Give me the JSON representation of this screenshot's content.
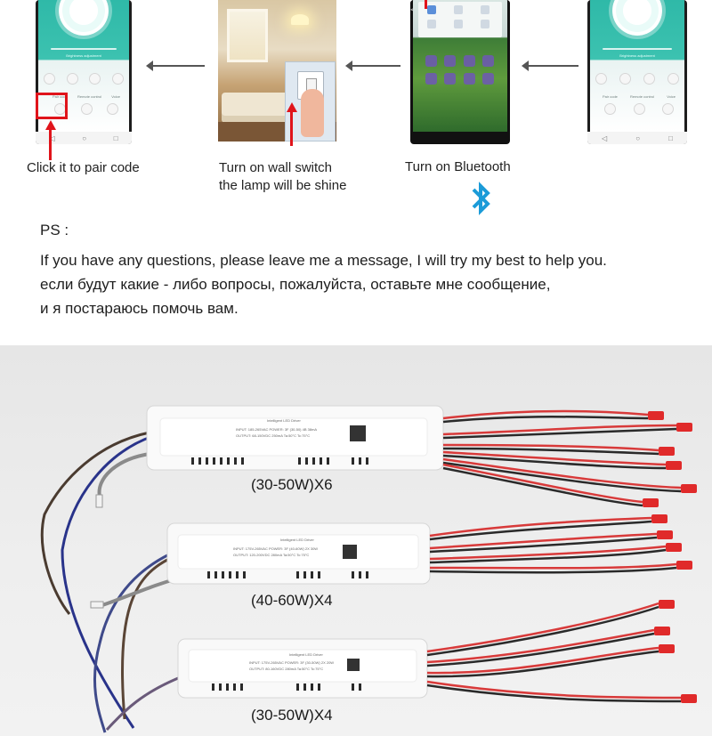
{
  "steps": [
    {
      "id": "pair",
      "caption": "Click it to pair code"
    },
    {
      "id": "wall",
      "caption_line1": "Turn on wall switch",
      "caption_line2": "the lamp will be shine"
    },
    {
      "id": "bluetooth",
      "caption": "Turn on Bluetooth"
    }
  ],
  "app_screen": {
    "slider_text": "Brightness adjustment",
    "icon_labels": [
      "Pair code",
      "Remote control",
      "Voice"
    ],
    "nav_glyphs": [
      "◁",
      "○",
      "□"
    ]
  },
  "ps": {
    "heading": "PS :",
    "line_en": "If you have any questions, please leave me a message, I will try my best to help you.",
    "line_ru1": "если будут какие - либо вопросы, пожалуйста, оставьте мне сообщение,",
    "line_ru2": "и я постараюсь помочь вам."
  },
  "products": [
    {
      "label": "(30-50W)X6",
      "brand": "Intelligent LED Driver",
      "spec1": "INPUT: 185-265VAC  POWER: 3F (30-50) 4B  38mA",
      "spec2": "OUTPUT: 68-150VDC 250mA   Ta:50°C  Tc:75°C"
    },
    {
      "label": "(40-60W)X4",
      "brand": "Intelligent LED Driver",
      "spec1": "INPUT: 175V-265VAC  POWER: 3F (40-60W) 2X 30W",
      "spec2": "OUTPUT: 120-200VDC 280mA   Ta:50°C  Tc:75°C"
    },
    {
      "label": "(30-50W)X4",
      "brand": "Intelligent LED Driver",
      "spec1": "INPUT: 175V-265VAC  POWER: 3F (30-50W) 2X 20W",
      "spec2": "OUTPUT: 80-160VDC 280mA   Ta:50°C  Tc:75°C"
    }
  ],
  "colors": {
    "accent_red": "#e0141b",
    "bluetooth_blue": "#1b9bd8",
    "app_teal": "#2fb9a8"
  }
}
